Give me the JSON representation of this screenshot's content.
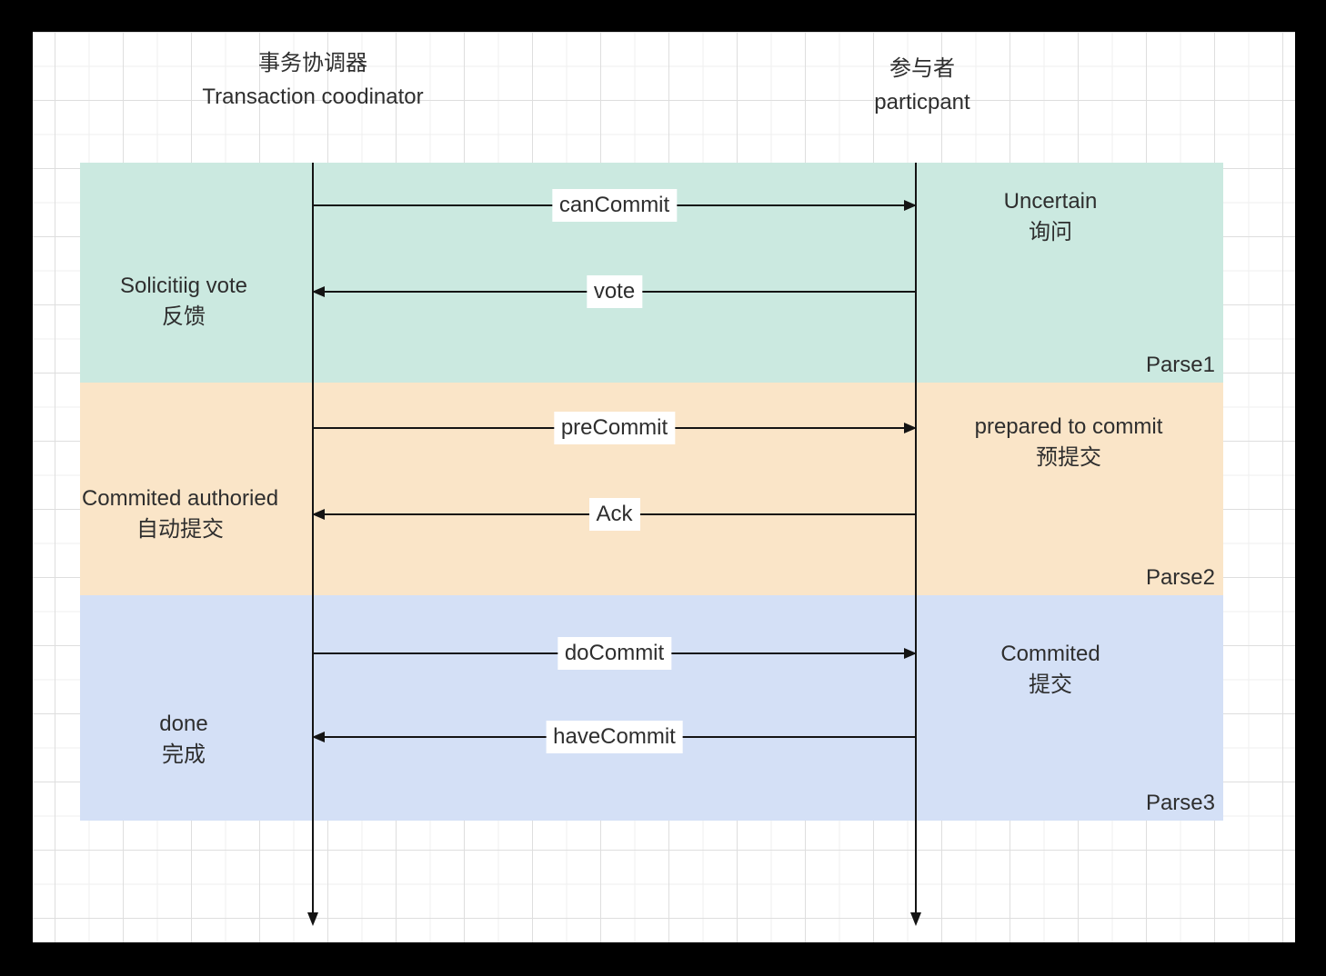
{
  "colors": {
    "frame_bg": "#000000",
    "canvas_bg": "#ffffff",
    "grid_major": "#dedede",
    "grid_minor": "#efefef",
    "line": "#141414",
    "phase1_bg": "#cbe9e0",
    "phase2_bg": "#fae5c8",
    "phase3_bg": "#d4e0f6"
  },
  "actors": {
    "coordinator": {
      "zh": "事务协调器",
      "en": "Transaction coodinator"
    },
    "participant": {
      "zh": "参与者",
      "en": "particpant"
    }
  },
  "phases": [
    {
      "name": "Parse1",
      "left_state": {
        "en": "Solicitiig vote",
        "zh": "反馈"
      },
      "right_state": {
        "en": "Uncertain",
        "zh": "询问"
      },
      "messages": [
        {
          "label": "canCommit",
          "from": "coordinator",
          "to": "participant"
        },
        {
          "label": "vote",
          "from": "participant",
          "to": "coordinator"
        }
      ]
    },
    {
      "name": "Parse2",
      "left_state": {
        "en": "Commited authoried",
        "zh": "自动提交"
      },
      "right_state": {
        "en": "prepared to commit",
        "zh": "预提交"
      },
      "messages": [
        {
          "label": "preCommit",
          "from": "coordinator",
          "to": "participant"
        },
        {
          "label": "Ack",
          "from": "participant",
          "to": "coordinator"
        }
      ]
    },
    {
      "name": "Parse3",
      "left_state": {
        "en": "done",
        "zh": "完成"
      },
      "right_state": {
        "en": "Commited",
        "zh": "提交"
      },
      "messages": [
        {
          "label": "doCommit",
          "from": "coordinator",
          "to": "participant"
        },
        {
          "label": "haveCommit",
          "from": "participant",
          "to": "coordinator"
        }
      ]
    }
  ]
}
